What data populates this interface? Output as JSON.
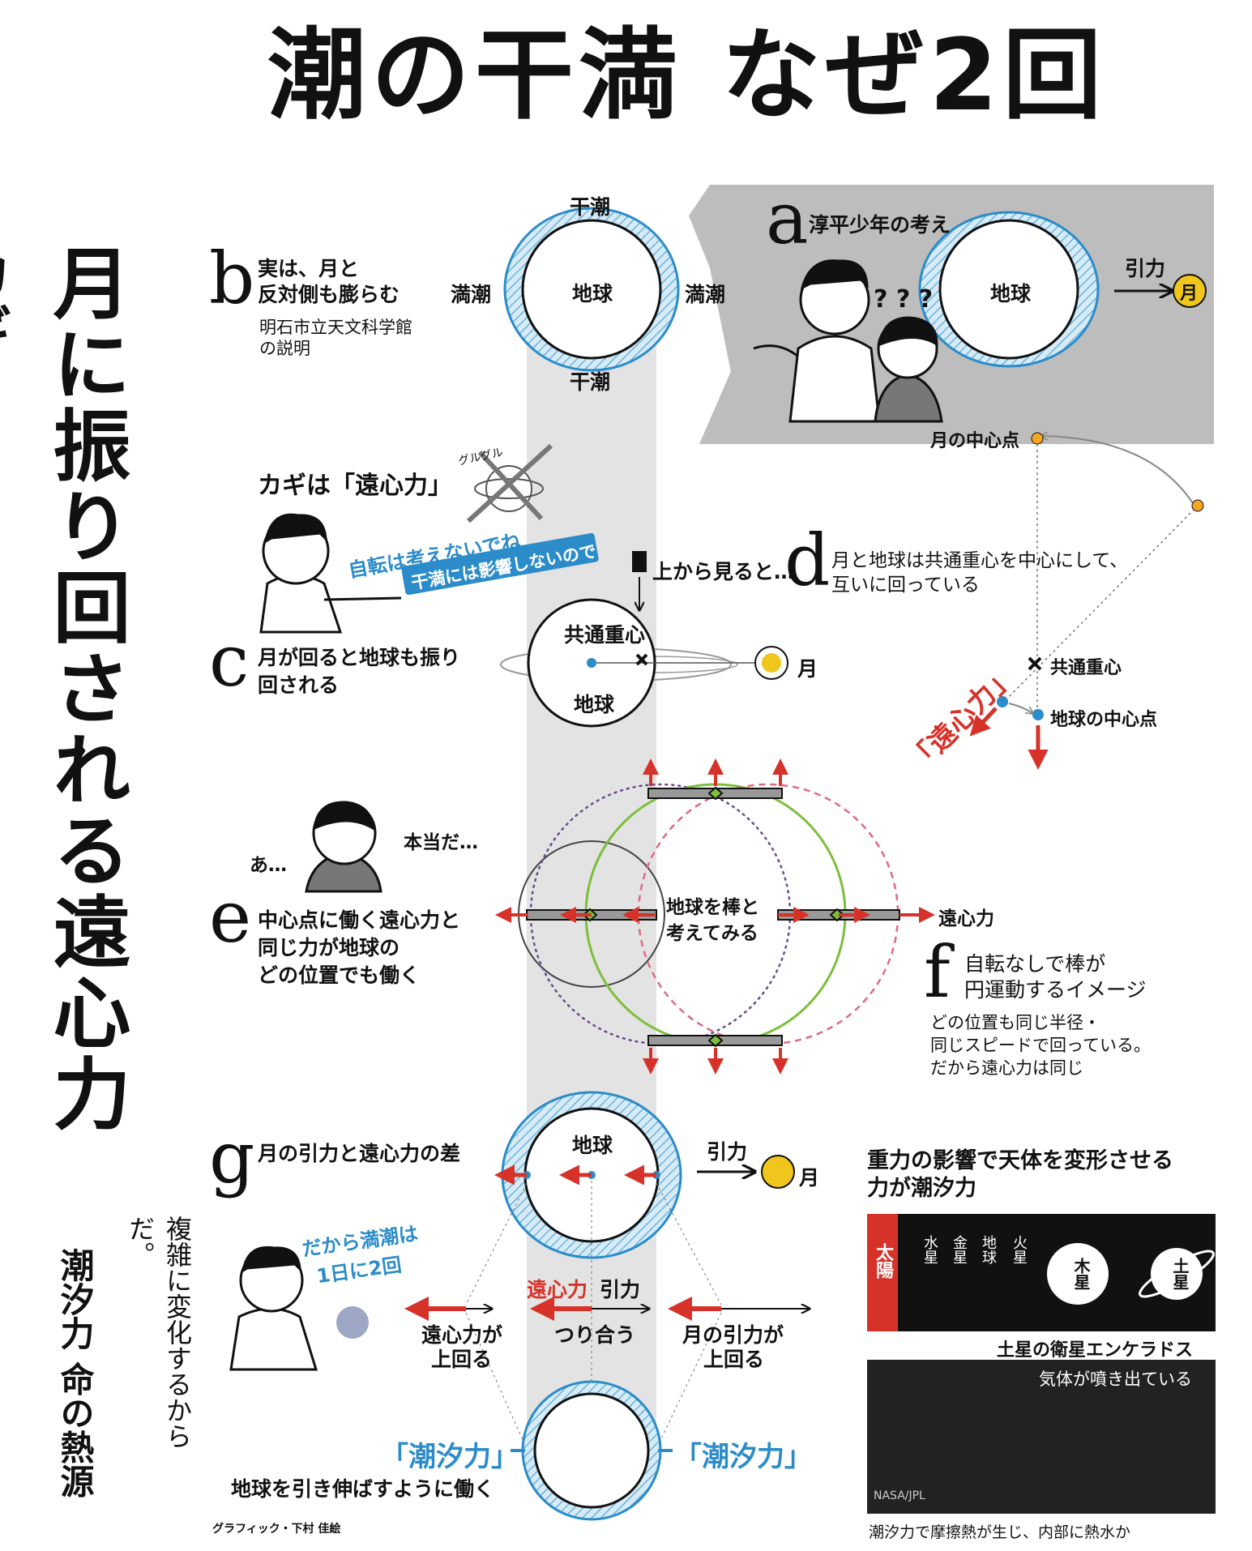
{
  "title": "潮の干満 なぜ2回",
  "vertical_title": {
    "main": "月に振り回される遠心力",
    "tail": "カギ"
  },
  "sidebar": {
    "series": "潮汐力 命の熱源",
    "caption": "複雑に変化するからだ。"
  },
  "panel_a": {
    "letter": "a",
    "heading": "淳平少年の考え",
    "earth": "地球",
    "gravity": "引力",
    "moon": "月",
    "question": "? ? ?"
  },
  "panel_b": {
    "letter": "b",
    "heading_line1": "実は、月と",
    "heading_line2": "反対側も膨らむ",
    "source_line1": "明石市立天文科学館",
    "source_line2": "の説明",
    "low_top": "干潮",
    "low_bottom": "干潮",
    "high_left": "満潮",
    "high_right": "満潮",
    "earth": "地球"
  },
  "key": {
    "text": "カギは「遠心力」",
    "spin": "グルグル",
    "bubble1": "自転は考えないでね",
    "bubble2": "干満には影響しないので"
  },
  "panel_c": {
    "letter": "c",
    "line1": "月が回ると地球も振り",
    "line2": "回される",
    "barycenter": "共通重心",
    "earth": "地球",
    "moon": "月",
    "from_above": "上から見ると…"
  },
  "panel_d": {
    "letter": "d",
    "line1": "月と地球は共通重心を中心にして、",
    "line2": "互いに回っている",
    "moon_center": "月の中心点",
    "barycenter": "共通重心",
    "earth_center": "地球の中心点",
    "centrifugal": "「遠心力」"
  },
  "panel_e": {
    "letter": "e",
    "line1": "中心点に働く遠心力と",
    "line2": "同じ力が地球の",
    "line3": "どの位置でも働く",
    "exclaim": "あ…",
    "really": "本当だ…",
    "rod_line1": "地球を棒と",
    "rod_line2": "考えてみる",
    "centrifugal": "遠心力"
  },
  "panel_f": {
    "letter": "f",
    "line1": "自転なしで棒が",
    "line2": "円運動するイメージ",
    "note1": "どの位置も同じ半径・",
    "note2": "同じスピードで回っている。",
    "note3": "だから遠心力は同じ"
  },
  "panel_g": {
    "letter": "g",
    "heading": "月の引力と遠心力の差",
    "earth": "地球",
    "gravity": "引力",
    "moon": "月",
    "therefore1": "だから満潮は",
    "therefore2": "1日に2回",
    "centrifugal": "遠心力",
    "gravity2": "引力",
    "left_label1": "遠心力が",
    "left_label2": "上回る",
    "mid_label": "つり合う",
    "right_label1": "月の引力が",
    "right_label2": "上回る",
    "tidal_left": "「潮汐力」",
    "tidal_right": "「潮汐力」",
    "stretch": "地球を引き伸ばすように働く"
  },
  "tidal_box": {
    "heading1": "重力の影響で天体を変形させる",
    "heading2": "力が潮汐力",
    "sun": "太陽",
    "planets": [
      "水星",
      "金星",
      "地球",
      "火星"
    ],
    "jupiter": "木星",
    "saturn": "土星",
    "enceladus": "土星の衛星エンケラドス",
    "gas": "気体が噴き出ている",
    "credit": "NASA/JPL",
    "caption": "潮汐力で摩擦熱が生じ、内部に熱水か"
  },
  "graphic_credit": "グラフィック・下村 佳絵",
  "colors": {
    "red": "#d6322a",
    "blue": "#2b8cc9",
    "green": "#7cbf3b",
    "pink": "#e06a80",
    "purple": "#6a4a8a",
    "gold": "#f0c61c"
  }
}
